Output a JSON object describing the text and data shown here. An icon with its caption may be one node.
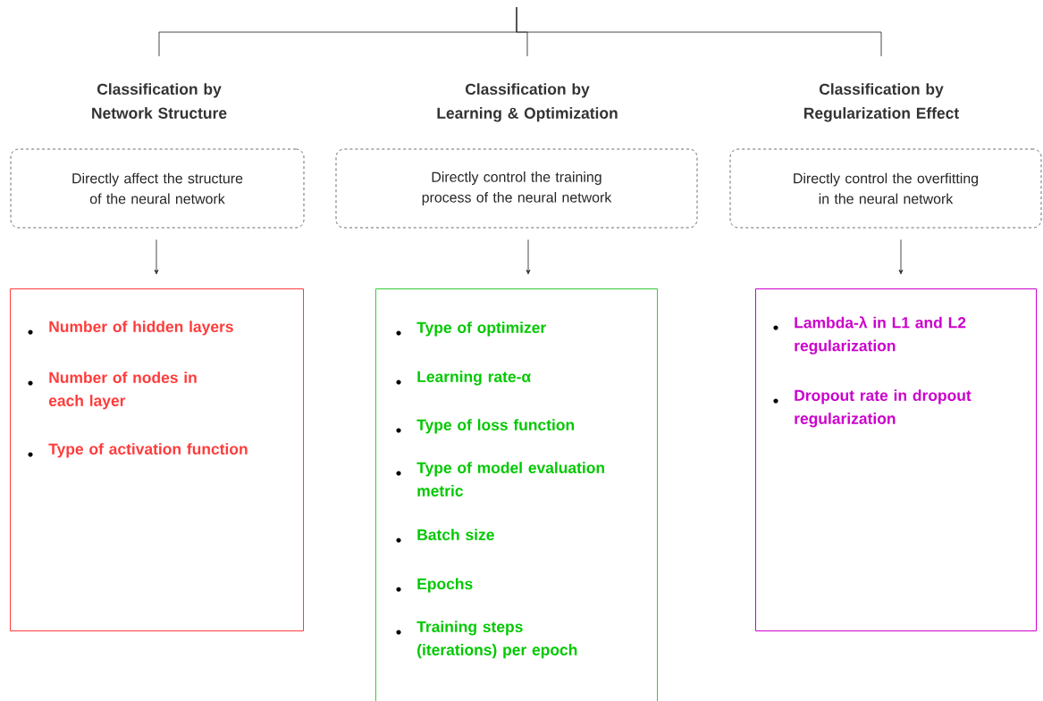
{
  "diagram": {
    "nodes": [
      {
        "text": [
          "Classification by Network Structure"
        ]
      },
      {
        "text": [
          "Directly affect the structure of the neural network"
        ]
      },
      {
        "text": [
          "Number of hidden layers",
          "Number of nodes in each layer",
          "Type of activation function"
        ]
      },
      {
        "text": [
          "Classification by Learning & Optimization"
        ]
      },
      {
        "text": [
          "Directly control the training process of the neural network"
        ]
      },
      {
        "text": [
          "Type of optimizer",
          "Learning rate-α",
          "Type of loss function",
          "Type of model evaluation metric",
          "Batch size",
          "Epochs",
          "Training steps (iterations) per epoch"
        ]
      },
      {
        "text": [
          "Classification by Regularization Effect"
        ]
      },
      {
        "text": [
          "Directly control the overfitting in the neural network"
        ]
      },
      {
        "text": [
          "Lambda-λ in L1 and L2 regularization",
          "Dropout rate in dropout regularization"
        ]
      }
    ],
    "edges": [
      {
        "from": null,
        "to": 0,
        "arrow": "none"
      },
      {
        "from": null,
        "to": 3,
        "arrow": "none"
      },
      {
        "from": null,
        "to": 6,
        "arrow": "none"
      },
      {
        "from": 1,
        "to": 2,
        "arrow": "to"
      },
      {
        "from": 4,
        "to": 5,
        "arrow": "to"
      },
      {
        "from": 7,
        "to": 8,
        "arrow": "to"
      }
    ]
  }
}
